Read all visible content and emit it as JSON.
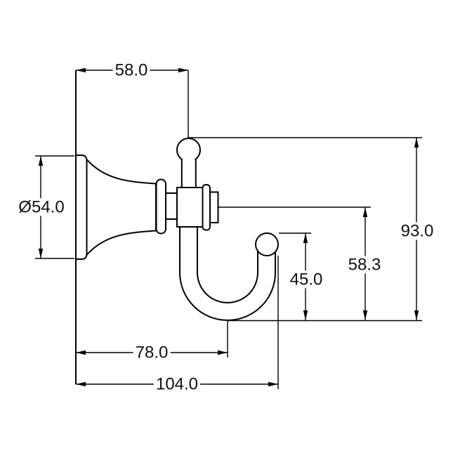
{
  "page": {
    "background_color": "#ffffff",
    "line_color": "#000000",
    "description": "Technical dimension drawing, side elevation of a wall-mounted robe hook"
  },
  "drawing": {
    "dimensions": {
      "top_width": "58.0",
      "flange_diameter": "Ø54.0",
      "overall_height": "93.0",
      "spigot_centre_height": "58.3",
      "hook_inner_height": "45.0",
      "hook_reach": "78.0",
      "overall_projection": "104.0"
    }
  }
}
